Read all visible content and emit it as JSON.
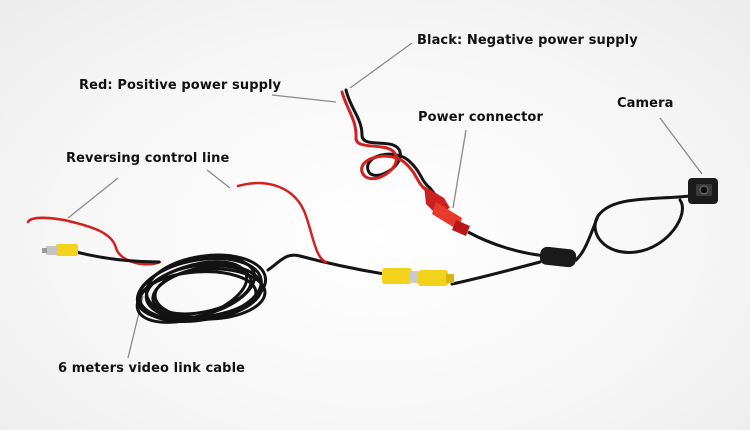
{
  "labels": {
    "black_negative": "Black: Negative power supply",
    "red_positive": "Red: Positive power supply",
    "power_connector": "Power connector",
    "camera": "Camera",
    "reversing_control": "Reversing control line",
    "video_cable": "6 meters video link cable"
  },
  "colors": {
    "red_wire": "#d42020",
    "black_wire": "#141414",
    "rca_yellow": "#f2d21a",
    "pointer_line": "#8a8a8a"
  }
}
